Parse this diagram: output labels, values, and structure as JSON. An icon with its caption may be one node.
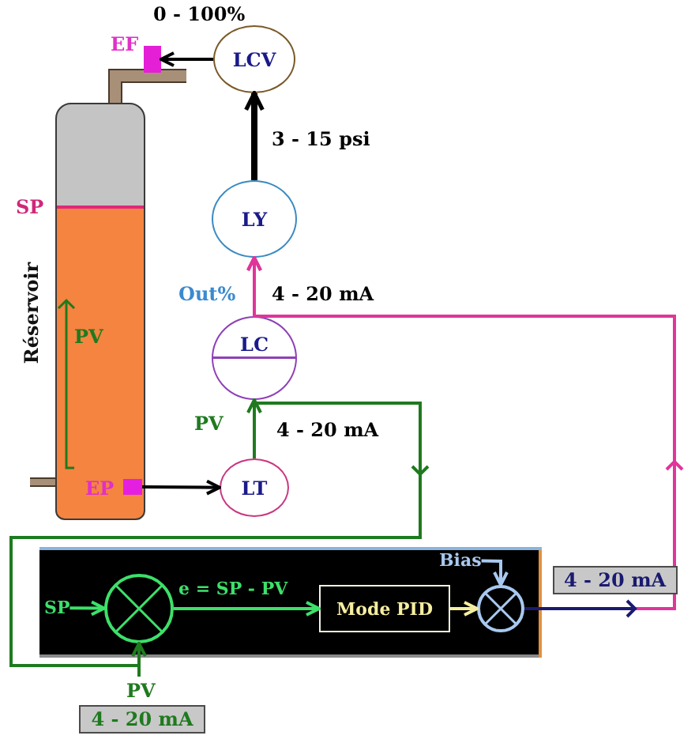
{
  "diagram": {
    "nodes": [
      {
        "text": [],
        "shape": "box",
        "beside": [
          "EF"
        ]
      },
      {
        "text": [
          "LCV"
        ]
      },
      {
        "text": [
          "Réservoir"
        ]
      },
      {
        "text": [
          "LY"
        ]
      },
      {
        "text": [
          "LC"
        ]
      },
      {
        "text": [],
        "shape": "box",
        "beside": [
          "EP"
        ],
        "in": 2
      },
      {
        "text": [
          "LT"
        ]
      },
      {
        "text": [],
        "shape": "box"
      },
      {
        "text": [
          "Bias"
        ],
        "in": 7
      },
      {
        "text": [
          "SP"
        ],
        "in": 7
      },
      {
        "text": [],
        "shape": "circle",
        "in": 7
      },
      {
        "text": [
          "Mode PID"
        ],
        "in": 7
      },
      {
        "text": [],
        "shape": "circle",
        "in": 7
      }
    ],
    "edges": [
      {
        "from": 1,
        "to": 0,
        "arrow": "to",
        "label": "0 - 100%"
      },
      {
        "from": 3,
        "to": 1,
        "arrow": "to",
        "label": "3 - 15 psi",
        "style": "thick"
      },
      {
        "from": 4,
        "to": 3,
        "arrow": "to",
        "label": "4 - 20 mA",
        "color": "#e0359a"
      },
      {
        "from": 12,
        "to": 3,
        "arrow": "to",
        "label": "4 - 20 mA",
        "color": "#e0359a"
      },
      {
        "from": 5,
        "to": 6,
        "arrow": "to"
      },
      {
        "from": 6,
        "to": 4,
        "arrow": "to",
        "label": "4 - 20 mA",
        "color": "#1f7a1f"
      },
      {
        "from": 6,
        "to": 10,
        "arrow": "to",
        "label": "4 - 20 mA",
        "color": "#1f7a1f"
      },
      {
        "from": 9,
        "to": 10,
        "arrow": "to",
        "color": "#3de06a"
      },
      {
        "from": 10,
        "to": 11,
        "arrow": "to",
        "label": "e = SP - PV",
        "color": "#3de06a"
      },
      {
        "from": 11,
        "to": 12,
        "arrow": "to",
        "color": "#f4eea0"
      },
      {
        "from": 8,
        "to": 12,
        "arrow": "to",
        "color": "#a8c8f0"
      }
    ],
    "labels": [
      "SP",
      "Out%",
      "PV",
      "PV",
      "PV"
    ]
  }
}
